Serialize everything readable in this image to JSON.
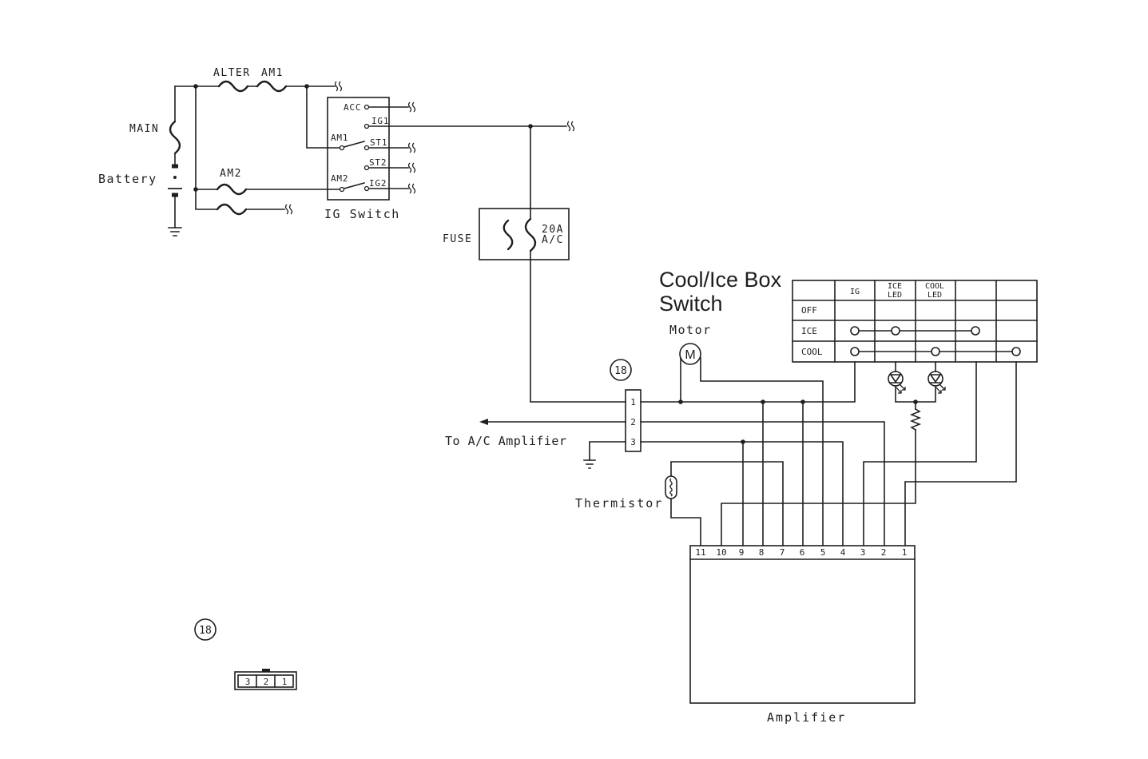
{
  "power_supply": {
    "alter": "ALTER",
    "am1": "AM1",
    "main": "MAIN",
    "battery": "Battery",
    "am2": "AM2"
  },
  "ig_switch": {
    "title": "IG Switch",
    "acc": "ACC",
    "ig1": "IG1",
    "am1": "AM1",
    "st1": "ST1",
    "st2": "ST2",
    "am2": "AM2",
    "ig2": "IG2"
  },
  "fuse": {
    "label": "FUSE",
    "rating": "20A",
    "circuit": "A/C"
  },
  "connector_18": {
    "id": "18",
    "pins": [
      "1",
      "2",
      "3"
    ],
    "to_label": "To A/C Amplifier"
  },
  "cool_ice_box_switch": {
    "title": [
      "Cool/Ice Box",
      "Switch"
    ],
    "columns": [
      [
        "IG"
      ],
      [
        "ICE",
        "LED"
      ],
      [
        "COOL",
        "LED"
      ]
    ],
    "rows": [
      "OFF",
      "ICE",
      "COOL"
    ]
  },
  "motor": {
    "label": "Motor",
    "symbol": "M"
  },
  "thermistor": {
    "label": "Thermistor"
  },
  "amplifier": {
    "label": "Amplifier",
    "pins": [
      "11",
      "10",
      "9",
      "8",
      "7",
      "6",
      "5",
      "4",
      "3",
      "2",
      "1"
    ]
  },
  "connector_view": {
    "id": "18",
    "cavities": [
      "3",
      "2",
      "1"
    ]
  }
}
